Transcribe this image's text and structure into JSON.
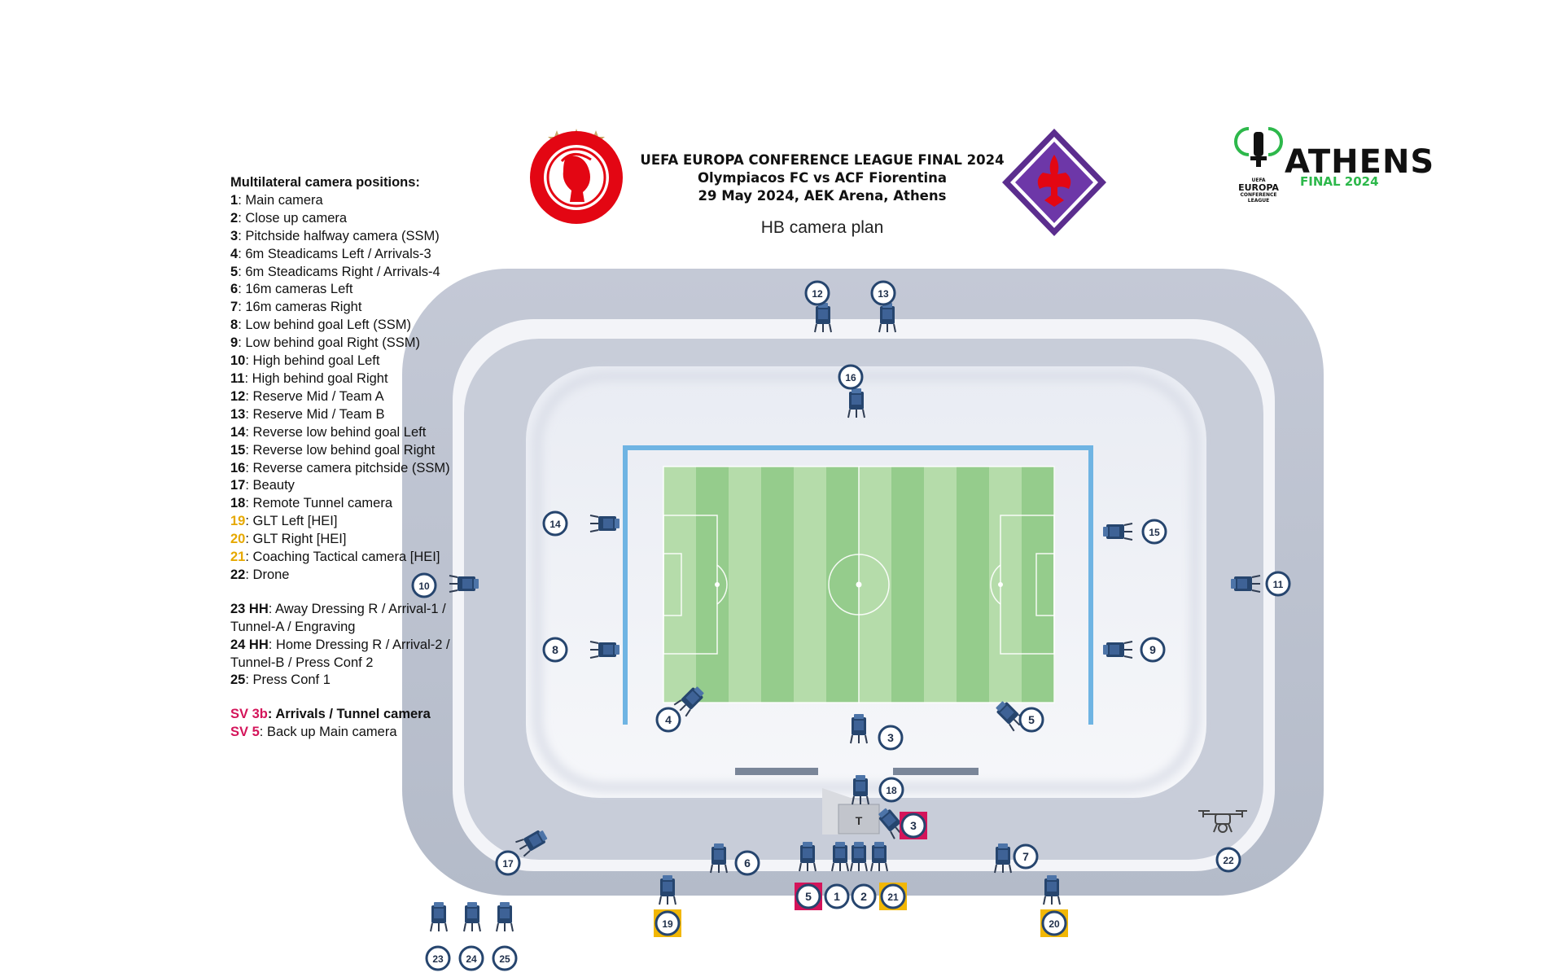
{
  "header": {
    "line1": "UEFA EUROPA CONFERENCE LEAGUE FINAL 2024",
    "line2": "Olympiacos FC vs ACF Fiorentina",
    "line3": "29 May 2024, AEK Arena, Athens",
    "subtitle": "HB camera plan"
  },
  "event_logo": {
    "word": "ATHENS",
    "final": "FINAL 2024",
    "uefa": "UEFA",
    "europa": "EUROPA",
    "conference": "CONFERENCE",
    "league": "LEAGUE"
  },
  "legend": {
    "title": "Multilateral camera positions:",
    "items": [
      {
        "num": "1",
        "text": ": Main camera",
        "color": "#111111"
      },
      {
        "num": "2",
        "text": ": Close up camera",
        "color": "#111111"
      },
      {
        "num": "3",
        "text": ": Pitchside halfway camera (SSM)",
        "color": "#111111"
      },
      {
        "num": "4",
        "text": ": 6m Steadicams Left / Arrivals-3",
        "color": "#111111"
      },
      {
        "num": "5",
        "text": ": 6m Steadicams Right / Arrivals-4",
        "color": "#111111"
      },
      {
        "num": "6",
        "text": ": 16m cameras Left",
        "color": "#111111"
      },
      {
        "num": "7",
        "text": ": 16m cameras Right",
        "color": "#111111"
      },
      {
        "num": "8",
        "text": ": Low behind goal Left (SSM)",
        "color": "#111111"
      },
      {
        "num": "9",
        "text": ": Low behind goal Right (SSM)",
        "color": "#111111"
      },
      {
        "num": "10",
        "text": ": High behind goal Left",
        "color": "#111111"
      },
      {
        "num": "11",
        "text": ": High behind goal Right",
        "color": "#111111"
      },
      {
        "num": "12",
        "text": ": Reserve Mid / Team A",
        "color": "#111111"
      },
      {
        "num": "13",
        "text": ": Reserve Mid / Team B",
        "color": "#111111"
      },
      {
        "num": "14",
        "text": ": Reverse low behind goal Left",
        "color": "#111111"
      },
      {
        "num": "15",
        "text": ": Reverse low behind goal Right",
        "color": "#111111"
      },
      {
        "num": "16",
        "text": ": Reverse camera pitchside (SSM)",
        "color": "#111111"
      },
      {
        "num": "17",
        "text": ": Beauty",
        "color": "#111111"
      },
      {
        "num": "18",
        "text": ": Remote Tunnel camera",
        "color": "#111111"
      },
      {
        "num": "19",
        "text": ": GLT Left [HEI]",
        "color": "#e6a800"
      },
      {
        "num": "20",
        "text": ": GLT Right [HEI]",
        "color": "#e6a800"
      },
      {
        "num": "21",
        "text": ": Coaching Tactical camera [HEI]",
        "color": "#e6a800"
      },
      {
        "num": "22",
        "text": ": Drone",
        "color": "#111111"
      }
    ],
    "extra": [
      {
        "num": "23 HH",
        "text": ": Away Dressing R / Arrival-1 / Tunnel-A / Engraving",
        "color": "#111111"
      },
      {
        "num": "24 HH",
        "text": ": Home Dressing R / Arrival-2 / Tunnel-B / Press Conf 2",
        "color": "#111111"
      },
      {
        "num": "25",
        "text": ": Press Conf 1",
        "color": "#111111"
      }
    ],
    "sv": [
      {
        "num": "SV 3b",
        "text": ": Arrivals / Tunnel camera",
        "color": "#d4145a",
        "bold": true
      },
      {
        "num": "SV 5",
        "text": ": Back up Main camera",
        "color": "#d4145a",
        "bold": false
      }
    ]
  },
  "colors": {
    "pitch_light": "#b5dcaa",
    "pitch_dark": "#95cc8c",
    "camera_blue": "#26456e",
    "glt_yellow": "#f2b705",
    "sv_pink": "#d4145a",
    "olympiacos_red": "#e30613",
    "fiorentina_purple": "#5b2d8e"
  },
  "icons": [
    "camera-icon",
    "drone-icon",
    "handheld-camera-icon",
    "olympiacos-crest-icon",
    "fiorentina-crest-icon",
    "conference-league-trophy-icon"
  ],
  "markers": [
    {
      "label": "1",
      "style": "plain"
    },
    {
      "label": "2",
      "style": "plain"
    },
    {
      "label": "3",
      "style": "plain"
    },
    {
      "label": "3",
      "style": "pink"
    },
    {
      "label": "4",
      "style": "plain"
    },
    {
      "label": "5",
      "style": "plain"
    },
    {
      "label": "5",
      "style": "pink"
    },
    {
      "label": "6",
      "style": "plain"
    },
    {
      "label": "7",
      "style": "plain"
    },
    {
      "label": "8",
      "style": "plain"
    },
    {
      "label": "9",
      "style": "plain"
    },
    {
      "label": "10",
      "style": "plain"
    },
    {
      "label": "11",
      "style": "plain"
    },
    {
      "label": "12",
      "style": "plain"
    },
    {
      "label": "13",
      "style": "plain"
    },
    {
      "label": "14",
      "style": "plain"
    },
    {
      "label": "15",
      "style": "plain"
    },
    {
      "label": "16",
      "style": "plain"
    },
    {
      "label": "17",
      "style": "plain"
    },
    {
      "label": "18",
      "style": "plain"
    },
    {
      "label": "19",
      "style": "yellow"
    },
    {
      "label": "20",
      "style": "yellow"
    },
    {
      "label": "21",
      "style": "yellow"
    },
    {
      "label": "22",
      "style": "plain"
    },
    {
      "label": "23",
      "style": "plain"
    },
    {
      "label": "24",
      "style": "plain"
    },
    {
      "label": "25",
      "style": "plain"
    }
  ],
  "tunnel_label": "T"
}
